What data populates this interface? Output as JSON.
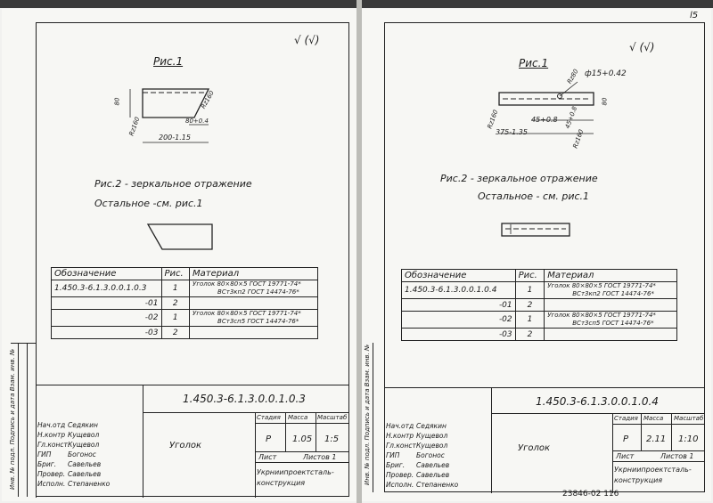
{
  "corner_mark": "l5",
  "footer_number": "23846-02  116",
  "left": {
    "fig1_label": "Рис.1",
    "roughness": "√ (√)",
    "dims": [
      "80",
      "200-1.15",
      "80+0.4",
      "Rz160",
      "Rz160"
    ],
    "fig2_caption": "Рис.2 - зеркальное отражение",
    "fig2_note": "Остальное -см. рис.1",
    "spec": {
      "headers": [
        "Обозначение",
        "Рис.",
        "Материал"
      ],
      "rows": [
        {
          "code": "1.450.3-6.1.3.0.0.1.0.3",
          "fig": "1",
          "mat_label": "Уголок",
          "mat_l1": "80×80×5 ГОСТ 19771-74*",
          "mat_l2": "ВСт3кп2 ГОСТ 14474-76*"
        },
        {
          "code": "-01",
          "fig": "2",
          "mat_label": "",
          "mat_l1": "",
          "mat_l2": ""
        },
        {
          "code": "-02",
          "fig": "1",
          "mat_label": "Уголок",
          "mat_l1": "80×80×5 ГОСТ 19771-74*",
          "mat_l2": "ВСт3сп5 ГОСТ 14474-76*"
        },
        {
          "code": "-03",
          "fig": "2",
          "mat_label": "",
          "mat_l1": "",
          "mat_l2": ""
        }
      ]
    },
    "title_block": {
      "doc_code": "1.450.3-6.1.3.0.0.1.0.3",
      "name": "Уголок",
      "stage_hdr": "Стадия",
      "mass_hdr": "Масса",
      "scale_hdr": "Масштаб",
      "stage": "Р",
      "mass": "1.05",
      "scale": "1:5",
      "sheet": "Лист",
      "sheets": "Листов 1",
      "org": "Укрниипроектсталь-конструкция",
      "people": [
        [
          "Нач.отд",
          "Седякин"
        ],
        [
          "Н.контр",
          "Кущевол"
        ],
        [
          "Гл.конст.",
          "Кущевол"
        ],
        [
          "ГИП",
          "Богонос"
        ],
        [
          "Бриг.",
          "Савельев"
        ],
        [
          "Провер.",
          "Савельев"
        ],
        [
          "Исполн.",
          "Степаненко"
        ]
      ]
    },
    "side_labels": "Инв. № подл.   Подпись и дата   Взам. инв. №"
  },
  "right": {
    "fig1_label": "Рис.1",
    "roughness": "√ (√)",
    "dims": [
      "ф15+0.42",
      "Rz80",
      "80",
      "45+0.8",
      "375-1.35",
      "Rz160",
      "45+0.8",
      "Rz160"
    ],
    "fig2_caption": "Рис.2 - зеркальное отражение",
    "fig2_note": "Остальное - см. рис.1",
    "spec": {
      "headers": [
        "Обозначение",
        "Рис.",
        "Материал"
      ],
      "rows": [
        {
          "code": "1.450.3-6.1.3.0.0.1.0.4",
          "fig": "1",
          "mat_label": "Уголок",
          "mat_l1": "80×80×5 ГОСТ 19771-74*",
          "mat_l2": "ВСт3кп2 ГОСТ 14474-76*"
        },
        {
          "code": "-01",
          "fig": "2",
          "mat_label": "",
          "mat_l1": "",
          "mat_l2": ""
        },
        {
          "code": "-02",
          "fig": "1",
          "mat_label": "Уголок",
          "mat_l1": "80×80×5 ГОСТ 19771-74*",
          "mat_l2": "ВСт3сп5 ГОСТ 14474-76*"
        },
        {
          "code": "-03",
          "fig": "2",
          "mat_label": "",
          "mat_l1": "",
          "mat_l2": ""
        }
      ]
    },
    "title_block": {
      "doc_code": "1.450.3-6.1.3.0.0.1.0.4",
      "name": "Уголок",
      "stage_hdr": "Стадия",
      "mass_hdr": "Масса",
      "scale_hdr": "Масштаб",
      "stage": "Р",
      "mass": "2.11",
      "scale": "1:10",
      "sheet": "Лист",
      "sheets": "Листов 1",
      "org": "Укрниипроектсталь-конструкция",
      "people": [
        [
          "Нач.отд",
          "Седякин"
        ],
        [
          "Н.контр",
          "Кущевол"
        ],
        [
          "Гл.конст",
          "Кущевол"
        ],
        [
          "ГИП",
          "Богонос"
        ],
        [
          "Бриг.",
          "Савельев"
        ],
        [
          "Провер.",
          "Савельев"
        ],
        [
          "Исполн.",
          "Степаненко"
        ]
      ]
    },
    "side_labels": "Инв. № подл.   Подпись и дата   Взам. инв. №"
  }
}
